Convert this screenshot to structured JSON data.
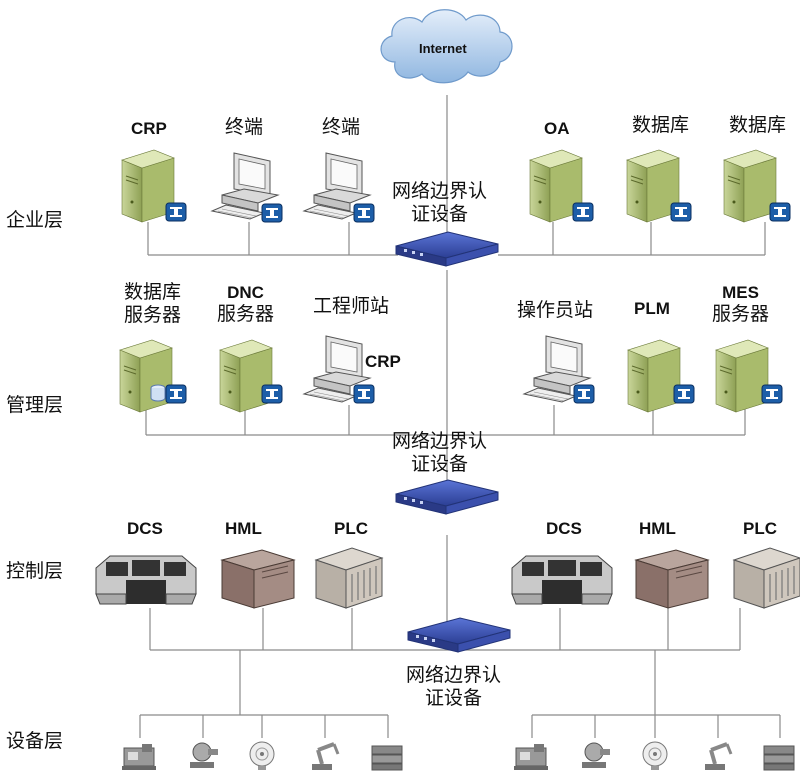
{
  "internet": "Internet",
  "layers": {
    "enterprise": "企业层",
    "management": "管理层",
    "control": "控制层",
    "device": "设备层"
  },
  "enterprise_labels": {
    "crp": "CRP",
    "terminal_1": "终端",
    "terminal_2": "终端",
    "oa": "OA",
    "database_1": "数据库",
    "database_2": "数据库"
  },
  "management_labels": {
    "db_server_line1": "数据库",
    "db_server_line2": "服务器",
    "dnc_line1": "DNC",
    "dnc_line2": "服务器",
    "engineer_station": "工程师站",
    "crp": "CRP",
    "operator_station": "操作员站",
    "plm": "PLM",
    "mes_line1": "MES",
    "mes_line2": "服务器"
  },
  "control_labels": {
    "dcs_left": "DCS",
    "hml_left": "HML",
    "plc_left": "PLC",
    "dcs_right": "DCS",
    "hml_right": "HML",
    "plc_right": "PLC"
  },
  "boundary_device": {
    "top_line1": "网络边界认",
    "top_line2": "证设备",
    "mid_line1": "网络边界认",
    "mid_line2": "证设备",
    "bottom_line1": "网络边界认",
    "bottom_line2": "证设备"
  },
  "colors": {
    "line": "#8a8a8a",
    "server_green": "#b5c77a",
    "switch_blue": "#3f56b8",
    "badge_blue": "#1d5ea8",
    "cloud": "#9fc3e6"
  }
}
